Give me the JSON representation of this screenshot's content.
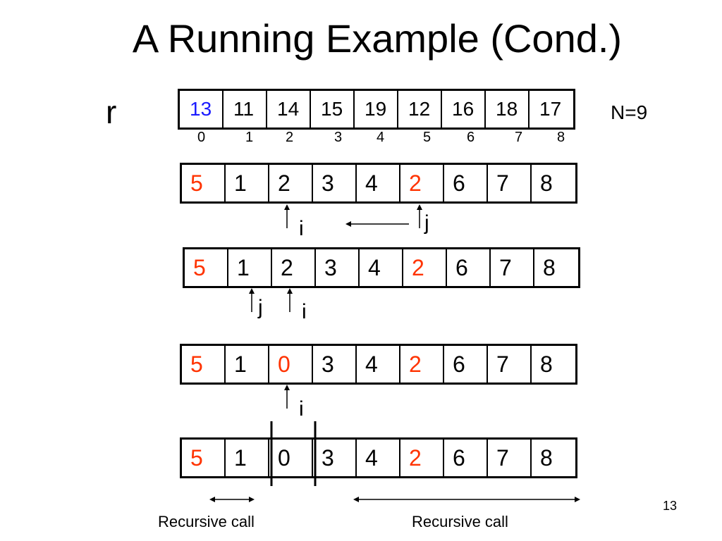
{
  "title": "A Running Example (Cond.)",
  "r_label": "r",
  "n_label": "N=9",
  "page_number": "13",
  "top_array": {
    "values": [
      "13",
      "11",
      "14",
      "15",
      "19",
      "12",
      "16",
      "18",
      "17"
    ],
    "indices": [
      "0",
      "1",
      "2",
      "3",
      "4",
      "5",
      "6",
      "7",
      "8"
    ]
  },
  "row1": [
    "5",
    "1",
    "2",
    "3",
    "4",
    "2",
    "6",
    "7",
    "8"
  ],
  "row2": [
    "5",
    "1",
    "2",
    "3",
    "4",
    "2",
    "6",
    "7",
    "8"
  ],
  "row3": [
    "5",
    "1",
    "0",
    "3",
    "4",
    "2",
    "6",
    "7",
    "8"
  ],
  "row4": [
    "5",
    "1",
    "0",
    "3",
    "4",
    "2",
    "6",
    "7",
    "8"
  ],
  "pointers": {
    "row1_i": "i",
    "row1_j": "j",
    "row2_j": "j",
    "row2_i": "i",
    "row3_i": "i"
  },
  "recursive_call_left": "Recursive call",
  "recursive_call_right": "Recursive call",
  "colors": {
    "highlight_blue": "#1a1aff",
    "highlight_red": "#ff3300"
  }
}
